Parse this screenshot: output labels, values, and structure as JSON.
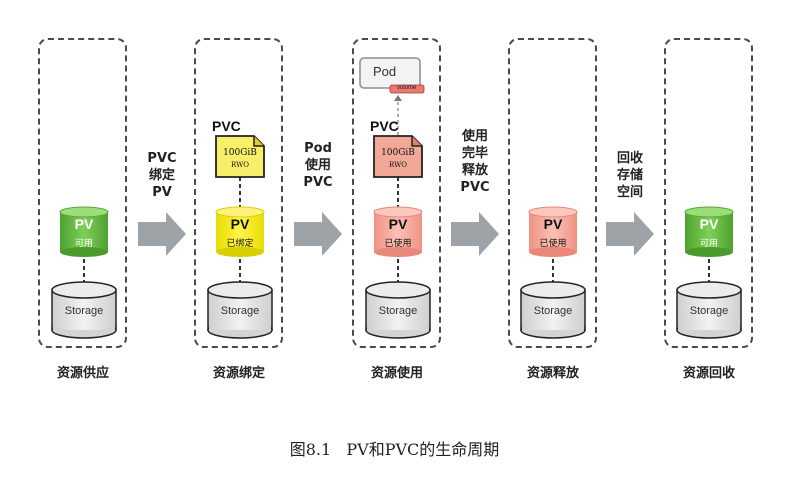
{
  "stages": [
    {
      "label": "资源供应",
      "pv_title": "PV",
      "pv_status": "可用",
      "storage": "Storage"
    },
    {
      "label": "资源绑定",
      "pv_title": "PV",
      "pv_status": "已绑定",
      "storage": "Storage",
      "pvc": {
        "label": "PVC",
        "size": "100GiB",
        "mode": "RWO"
      }
    },
    {
      "label": "资源使用",
      "pv_title": "PV",
      "pv_status": "已使用",
      "storage": "Storage",
      "pvc": {
        "label": "PVC",
        "size": "100GiB",
        "mode": "RWO"
      },
      "pod": {
        "label": "Pod",
        "volume": "volume"
      }
    },
    {
      "label": "资源释放",
      "pv_title": "PV",
      "pv_status": "已使用",
      "storage": "Storage"
    },
    {
      "label": "资源回收",
      "pv_title": "PV",
      "pv_status": "可用",
      "storage": "Storage"
    }
  ],
  "arrows": [
    {
      "lines": [
        "PVC",
        "绑定",
        "PV"
      ]
    },
    {
      "lines": [
        "Pod",
        "使用",
        "PVC"
      ]
    },
    {
      "lines": [
        "使用",
        "完毕",
        "释放",
        "PVC"
      ]
    },
    {
      "lines": [
        "回收",
        "存储",
        "空间"
      ]
    }
  ],
  "caption": "图8.1   PV和PVC的生命周期",
  "colors": {
    "pv_available": "#6cc04a",
    "pv_bound": "#f2ea1e",
    "pv_used": "#f4a79a",
    "pvc_bound": "#f7ee6a",
    "pvc_used": "#f2a896",
    "storage": "#e2e2e2",
    "arrow": "#9ea3a8"
  }
}
